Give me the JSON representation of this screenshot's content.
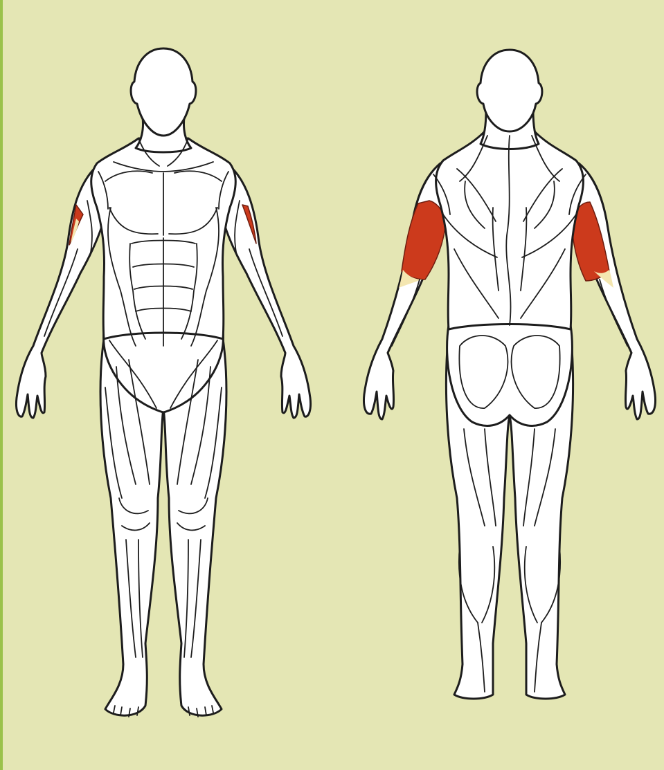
{
  "figure": {
    "views": [
      "front",
      "back"
    ],
    "highlighted_muscle": "triceps brachii",
    "colors": {
      "background": "#e4e6b4",
      "edge_strip": "#9bc24b",
      "body": "#ffffff",
      "outline": "#1d1d1d",
      "highlight": "#cc3a1c",
      "highlight_light": "#f4e6b0"
    }
  }
}
